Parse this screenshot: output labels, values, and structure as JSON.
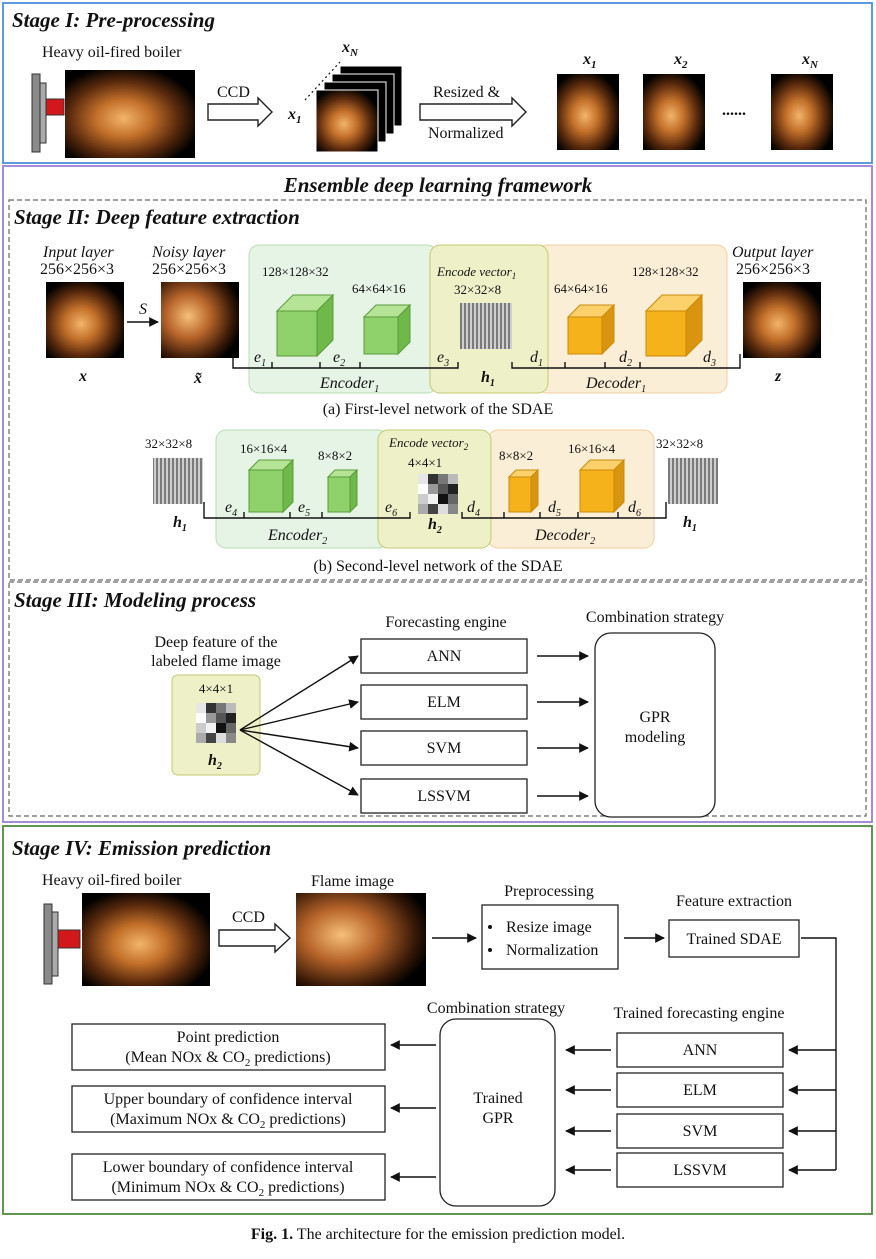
{
  "stage1": {
    "title": "Stage I: Pre-processing",
    "boiler_label": "Heavy oil-fired boiler",
    "ccd": "CCD",
    "x1": "x",
    "x1_sub": "1",
    "xN": "x",
    "xN_sub": "N",
    "resize_line1": "Resized &",
    "resize_line2": "Normalized",
    "out_x1": "x",
    "out_x1_sub": "1",
    "out_x2": "x",
    "out_x2_sub": "2",
    "out_xN": "x",
    "out_xN_sub": "N",
    "ellipsis": "......"
  },
  "framework_title": "Ensemble deep learning framework",
  "stage2": {
    "title": "Stage II: Deep feature extraction",
    "input_label": "Input layer",
    "input_dim": "256×256×3",
    "noisy_label": "Noisy layer",
    "noisy_dim": "256×256×3",
    "output_label": "Output layer",
    "output_dim": "256×256×3",
    "s_label": "S",
    "x_label": "x",
    "xt_label": "x̃",
    "z_label": "z",
    "enc1_dim1": "128×128×32",
    "enc1_dim2": "64×64×16",
    "encode_vector1": "Encode vector",
    "encode_vector1_sub": "1",
    "h1_dim": "32×32×8",
    "dec1_dim1": "64×64×16",
    "dec1_dim2": "128×128×32",
    "e1": "e",
    "e1_sub": "1",
    "e2": "e",
    "e2_sub": "2",
    "e3": "e",
    "e3_sub": "3",
    "d1": "d",
    "d1_sub": "1",
    "d2": "d",
    "d2_sub": "2",
    "d3": "d",
    "d3_sub": "3",
    "h1": "h",
    "h1_sub": "1",
    "encoder1": "Encoder",
    "encoder1_sub": "1",
    "decoder1": "Decoder",
    "decoder1_sub": "1",
    "caption_a": "(a) First-level network of the SDAE",
    "l2_in_dim": "32×32×8",
    "enc2_dim1": "16×16×4",
    "enc2_dim2": "8×8×2",
    "encode_vector2": "Encode vector",
    "encode_vector2_sub": "2",
    "h2_dim": "4×4×1",
    "dec2_dim1": "8×8×2",
    "dec2_dim2": "16×16×4",
    "l2_out_dim": "32×32×8",
    "e4": "e",
    "e4_sub": "4",
    "e5": "e",
    "e5_sub": "5",
    "e6": "e",
    "e6_sub": "6",
    "d4": "d",
    "d4_sub": "4",
    "d5": "d",
    "d5_sub": "5",
    "d6": "d",
    "d6_sub": "6",
    "h2": "h",
    "h2_sub": "2",
    "h1b": "h",
    "h1b_sub": "1",
    "h1c": "h",
    "h1c_sub": "1",
    "encoder2": "Encoder",
    "encoder2_sub": "2",
    "decoder2": "Decoder",
    "decoder2_sub": "2",
    "caption_b": "(b) Second-level network of the SDAE"
  },
  "stage3": {
    "title": "Stage III: Modeling process",
    "deep_feature_line1": "Deep feature of the",
    "deep_feature_line2": "labeled flame image",
    "feature_dim": "4×4×1",
    "h2": "h",
    "h2_sub": "2",
    "forecasting_engine": "Forecasting engine",
    "combination_strategy": "Combination strategy",
    "engines": [
      "ANN",
      "ELM",
      "SVM",
      "LSSVM"
    ],
    "gpr_line1": "GPR",
    "gpr_line2": "modeling"
  },
  "stage4": {
    "title": "Stage IV: Emission prediction",
    "boiler_label": "Heavy oil-fired boiler",
    "ccd": "CCD",
    "flame_image": "Flame image",
    "preprocessing": "Preprocessing",
    "pre_item1": "Resize image",
    "pre_item2": "Normalization",
    "feature_extraction": "Feature extraction",
    "trained_sdae": "Trained SDAE",
    "combination_strategy": "Combination strategy",
    "trained_engine": "Trained forecasting engine",
    "engines": [
      "ANN",
      "ELM",
      "SVM",
      "LSSVM"
    ],
    "trained_gpr_line1": "Trained",
    "trained_gpr_line2": "GPR",
    "out1_line1": "Point prediction",
    "out1_line2a": "(Mean NOx & CO",
    "out1_line2b": " predictions)",
    "out2_line1": "Upper boundary of confidence interval",
    "out2_line2a": "(Maximum NOx & CO",
    "out2_line2b": " predictions)",
    "out3_line1": "Lower boundary of confidence interval",
    "out3_line2a": "(Minimum NOx & CO",
    "out3_line2b": " predictions)",
    "co2_sub": "2"
  },
  "figure_caption_label": "Fig. 1.",
  "figure_caption_text": " The architecture for the emission prediction model.",
  "colors": {
    "stage1_border": "#4a90d9",
    "framework_border": "#9b7fd1",
    "stage4_border": "#4f8a3c",
    "encoder_bg": "#e6f4e6",
    "decoder_bg": "#fbeed6",
    "encode_vector_bg": "#eef1c8",
    "green_cube": "#8fd16a",
    "orange_cube": "#f6b21a"
  }
}
